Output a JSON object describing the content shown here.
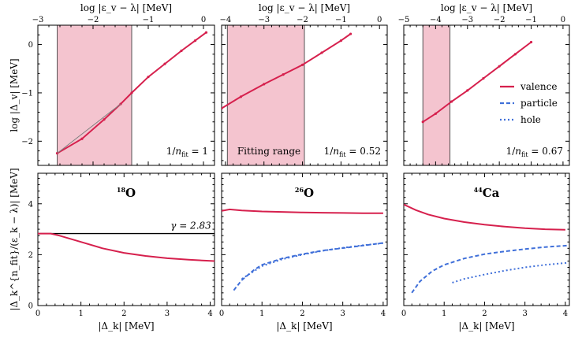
{
  "chart_data": [
    {
      "type": "line",
      "x_top_label": "log |ε_v − λ| [MeV]",
      "ylabel": "log |Δ_v| [MeV]",
      "xlim": [
        -3,
        0.2
      ],
      "ylim": [
        -2.5,
        0.4
      ],
      "x_ticks": [
        -3,
        -2,
        -1,
        0
      ],
      "y_ticks": [
        -2,
        -1,
        0
      ],
      "fitting_range": [
        -2.65,
        -1.3
      ],
      "series": [
        {
          "name": "valence",
          "x": [
            -2.65,
            -2.2,
            -1.8,
            -1.5,
            -1.3,
            -1.0,
            -0.7,
            -0.4,
            -0.15,
            0.05
          ],
          "y": [
            -2.25,
            -1.95,
            -1.55,
            -1.23,
            -1.0,
            -0.67,
            -0.4,
            -0.13,
            0.08,
            0.25
          ]
        }
      ],
      "annotation": {
        "prefix": "1/",
        "var": "n",
        "sub": "fit",
        "value": "= 1"
      }
    },
    {
      "type": "line",
      "x_top_label": "log |ε_v − λ| [MeV]",
      "xlim": [
        -4.1,
        0.2
      ],
      "ylim": [
        -2.5,
        0.4
      ],
      "x_ticks": [
        -4,
        -3,
        -2,
        -1,
        0
      ],
      "fitting_range": [
        -3.95,
        -1.95
      ],
      "series": [
        {
          "name": "valence",
          "x": [
            -4.1,
            -3.6,
            -3.0,
            -2.5,
            -2.0,
            -1.5,
            -1.0,
            -0.75
          ],
          "y": [
            -1.32,
            -1.08,
            -0.82,
            -0.62,
            -0.42,
            -0.17,
            0.08,
            0.22
          ]
        }
      ],
      "annotation": {
        "prefix": "1/",
        "var": "n",
        "sub": "fit",
        "value": "= 0.52"
      },
      "range_label": "Fitting range"
    },
    {
      "type": "line",
      "x_top_label": "log |ε_v − λ| [MeV]",
      "xlim": [
        -5,
        0.2
      ],
      "ylim": [
        -2.5,
        0.4
      ],
      "x_ticks": [
        -5,
        -4,
        -3,
        -2,
        -1,
        0
      ],
      "fitting_range": [
        -4.4,
        -3.55
      ],
      "series": [
        {
          "name": "valence",
          "x": [
            -4.4,
            -4.0,
            -3.5,
            -3.0,
            -2.5,
            -2.0,
            -1.5,
            -1.0
          ],
          "y": [
            -1.6,
            -1.43,
            -1.18,
            -0.95,
            -0.7,
            -0.45,
            -0.2,
            0.05
          ]
        }
      ],
      "annotation": {
        "prefix": "1/",
        "var": "n",
        "sub": "fit",
        "value": "= 0.67"
      },
      "legend": [
        "valence",
        "particle",
        "hole"
      ]
    },
    {
      "type": "line",
      "nucleus": {
        "mass": "18",
        "symbol": "O"
      },
      "xlabel": "|Δ_k| [MeV]",
      "ylabel": "|Δ_k^{n_fit}/(ε_k − λ)| [MeV]",
      "xlim": [
        0,
        4.1
      ],
      "ylim": [
        0,
        5.2
      ],
      "x_ticks": [
        0,
        1,
        2,
        3,
        4
      ],
      "y_ticks": [
        0,
        2,
        4
      ],
      "gamma": {
        "label": "γ = 2.83",
        "value": 2.83
      },
      "series": [
        {
          "name": "valence",
          "x": [
            0.0,
            0.3,
            0.5,
            1.0,
            1.5,
            2.0,
            2.5,
            3.0,
            3.5,
            4.1
          ],
          "y": [
            2.83,
            2.83,
            2.75,
            2.5,
            2.25,
            2.07,
            1.95,
            1.86,
            1.8,
            1.75
          ]
        }
      ]
    },
    {
      "type": "line",
      "nucleus": {
        "mass": "26",
        "symbol": "O"
      },
      "xlabel": "|Δ_k| [MeV]",
      "xlim": [
        0,
        4.1
      ],
      "ylim": [
        0,
        5.2
      ],
      "x_ticks": [
        0,
        1,
        2,
        3,
        4
      ],
      "series": [
        {
          "name": "valence",
          "x": [
            0.0,
            0.2,
            0.5,
            1.0,
            1.5,
            2.0,
            2.5,
            3.0,
            3.5,
            4.0
          ],
          "y": [
            3.72,
            3.78,
            3.74,
            3.7,
            3.68,
            3.66,
            3.65,
            3.64,
            3.63,
            3.63
          ]
        },
        {
          "name": "particle",
          "x": [
            0.3,
            0.5,
            0.8,
            1.0,
            1.5,
            2.0,
            2.5,
            3.0,
            3.5,
            4.0
          ],
          "y": [
            0.6,
            1.0,
            1.4,
            1.6,
            1.85,
            2.02,
            2.16,
            2.26,
            2.36,
            2.46
          ]
        },
        {
          "name": "hole",
          "x": [
            0.5,
            0.8,
            1.0,
            1.5,
            2.0,
            2.5,
            3.0,
            3.5,
            4.0
          ],
          "y": [
            1.05,
            1.35,
            1.55,
            1.82,
            2.0,
            2.15,
            2.27,
            2.37,
            2.45
          ]
        }
      ]
    },
    {
      "type": "line",
      "nucleus": {
        "mass": "44",
        "symbol": "Ca"
      },
      "xlabel": "|Δ_k| [MeV]",
      "xlim": [
        0,
        4.1
      ],
      "ylim": [
        0,
        5.2
      ],
      "x_ticks": [
        0,
        1,
        2,
        3,
        4
      ],
      "series": [
        {
          "name": "valence",
          "x": [
            0.0,
            0.3,
            0.6,
            1.0,
            1.5,
            2.0,
            2.5,
            3.0,
            3.5,
            4.0
          ],
          "y": [
            3.97,
            3.75,
            3.58,
            3.42,
            3.28,
            3.18,
            3.1,
            3.04,
            3.0,
            2.98
          ]
        },
        {
          "name": "particle",
          "x": [
            0.2,
            0.4,
            0.7,
            1.0,
            1.5,
            2.0,
            2.5,
            3.0,
            3.5,
            4.05
          ],
          "y": [
            0.5,
            0.95,
            1.35,
            1.6,
            1.85,
            2.02,
            2.13,
            2.22,
            2.3,
            2.36
          ]
        },
        {
          "name": "hole",
          "x": [
            1.2,
            1.5,
            2.0,
            2.5,
            3.0,
            3.5,
            4.05
          ],
          "y": [
            0.9,
            1.05,
            1.22,
            1.37,
            1.5,
            1.6,
            1.68
          ]
        }
      ]
    }
  ],
  "colors": {
    "valence": "#d6204d",
    "particle": "#3f6fd9",
    "hole": "#3f6fd9",
    "band": "#f4c4cf",
    "fit_line": "#808080"
  }
}
